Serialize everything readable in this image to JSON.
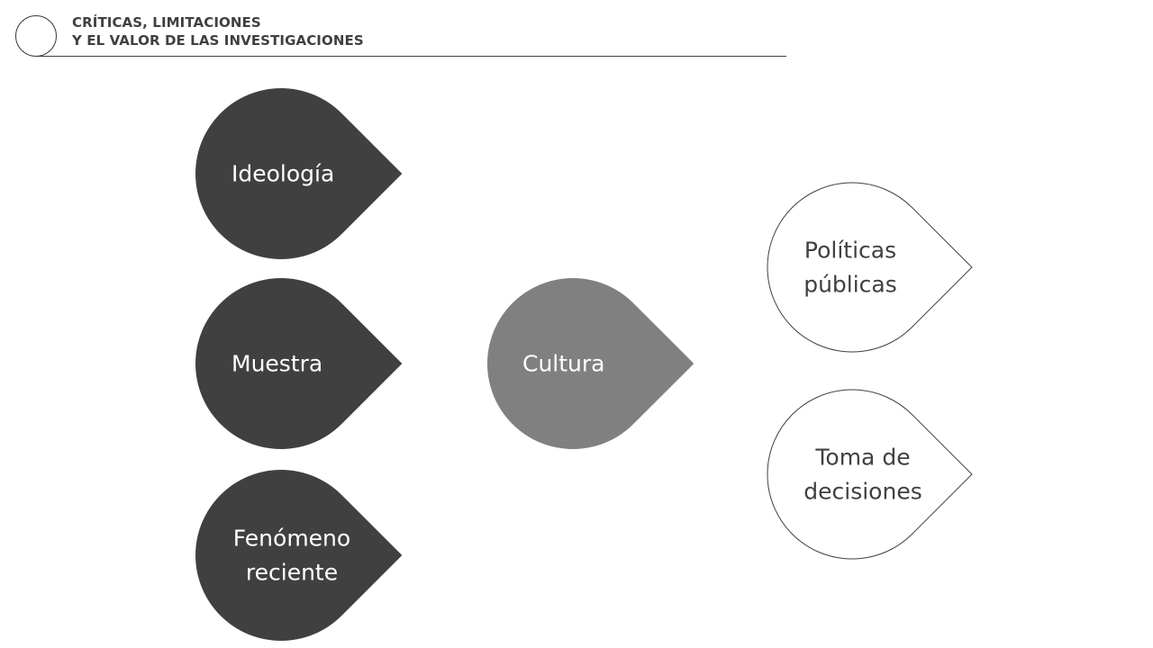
{
  "header": {
    "title_line1": "CRÍTICAS, LIMITACIONES",
    "title_line2": "Y EL VALOR DE LAS INVESTIGACIONES"
  },
  "colors": {
    "dark": "#404040",
    "medium": "#808080",
    "outline": "#404040",
    "text_light": "#ffffff",
    "text_dark": "#404040"
  },
  "diagram": {
    "nodes": [
      {
        "id": "ideologia",
        "lines": [
          "Ideología"
        ],
        "style": "dark"
      },
      {
        "id": "muestra",
        "lines": [
          "Muestra"
        ],
        "style": "dark"
      },
      {
        "id": "fenomeno-reciente",
        "lines": [
          "Fenómeno",
          "reciente"
        ],
        "style": "dark"
      },
      {
        "id": "cultura",
        "lines": [
          "Cultura"
        ],
        "style": "medium"
      },
      {
        "id": "politicas-publicas",
        "lines": [
          "Políticas",
          "públicas"
        ],
        "style": "outline"
      },
      {
        "id": "toma-de-decisiones",
        "lines": [
          "Toma de",
          "decisiones"
        ],
        "style": "outline"
      }
    ]
  }
}
